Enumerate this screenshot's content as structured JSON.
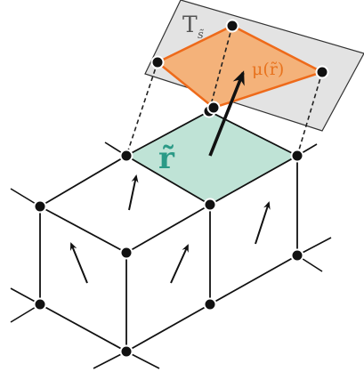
{
  "labels": {
    "plane_name": "T",
    "plane_subscript": "s̃",
    "mapped_cell": "μ(r̃)",
    "cell": "r̃"
  },
  "colors": {
    "plane_fill": "#e3e3e3",
    "plane_stroke": "#333333",
    "mapped_fill": "#f4b27a",
    "mapped_stroke": "#ee6a1a",
    "cell_fill": "#bfe3d6",
    "cell_stroke": "#111111",
    "edge": "#111111",
    "node": "#111111",
    "arrow": "#111111"
  }
}
